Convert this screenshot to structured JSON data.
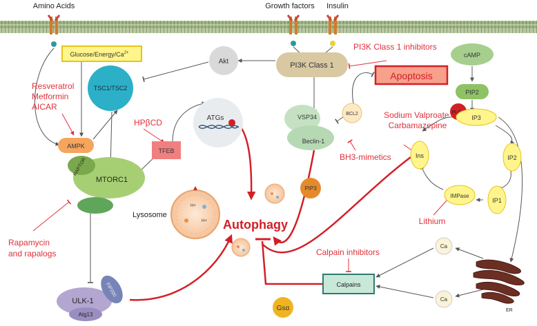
{
  "labels": {
    "amino_acids": "Amino Acids",
    "growth_factors": "Growth factors",
    "insulin": "Insulin",
    "glucose": "Glucose/Energy/Ca",
    "glucose_sup": "2+",
    "akt": "Akt",
    "pi3k": "PI3K Class 1",
    "pi3k_inhibitors": "PI3K Class 1 inhibitors",
    "apoptosis": "Apoptosis",
    "camp": "cAMP",
    "pip2_top": "PIP2",
    "plc": "PLC-ε",
    "tsc": "TSC1/TSC2",
    "resveratrol": [
      "Resveratrol",
      "Metformin",
      "AICAR"
    ],
    "ampk": "AMPK",
    "hpbcd": "HPβCD",
    "atgs": "ATGs",
    "tfeb": "TFEB",
    "raptor": "RAPTOR",
    "mtorc1": "MTORC1",
    "vsp34": "VSP34",
    "beclin": "Beclin-1",
    "bcl2": "BCL2",
    "bh3": "BH3-mimetics",
    "sodium": [
      "Sodium Valproate",
      "Carbamazepine"
    ],
    "ip3": "IP3",
    "ip2": "IP2",
    "ip1": "IP1",
    "impase": "IMPase",
    "ins": "Ins",
    "lithium": "Lithium",
    "pip3": "PIP3",
    "lysosome": "Lysosome",
    "autophagy": "Autophagy",
    "rapamycin": [
      "Rapamycin",
      "and rapalogs"
    ],
    "ulk1": "ULK-1",
    "fip200": "FIP200",
    "atg13": "Atg13",
    "calpain_inhibitors": "Calpain inhibitors",
    "calpains": "Calpains",
    "ca_top": "Ca",
    "ca_bottom": "Ca",
    "er": "ER",
    "gsa": "Gsα",
    "h_plus": "H+"
  },
  "colors": {
    "inhibitor_red": "#e0303a",
    "autophagy_red": "#d21f26",
    "membrane_green": "#9fb584",
    "gray_line": "#555555",
    "mtorc1_green": "#a6cf74",
    "tsc_teal": "#2bb0c8",
    "pi3k_tan": "#d8c9a3",
    "vsp_green": "#b6d9b4",
    "ampk_orange": "#f5a55d",
    "ulk_lilac": "#b3a6d0",
    "yellow": "#fff58c",
    "gsa_gold": "#f0b422",
    "pip3_orange": "#e58a2c"
  }
}
